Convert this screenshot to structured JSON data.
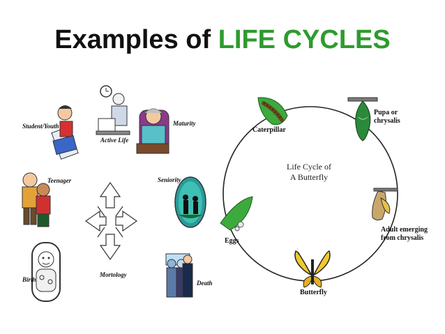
{
  "title": {
    "part1": "Examples of",
    "part2": "LIFE CYCLES"
  },
  "colors": {
    "accent": "#2e9b2e",
    "title": "#111111"
  },
  "human_cycle": {
    "center_label": "Mortology",
    "stages": [
      {
        "label": "Student/Youth",
        "icon": "student-reading-icon"
      },
      {
        "label": "Active Life",
        "icon": "office-worker-icon"
      },
      {
        "label": "Maturity",
        "icon": "mature-man-icon"
      },
      {
        "label": "Teenager",
        "icon": "teen-friends-icon"
      },
      {
        "label": "Seniority",
        "icon": "senior-couple-icon"
      },
      {
        "label": "Birth",
        "icon": "baby-icon"
      },
      {
        "label": "Death",
        "icon": "funeral-icon"
      }
    ]
  },
  "butterfly_cycle": {
    "center_line1": "Life Cycle of",
    "center_line2": "A Butterfly",
    "stages": {
      "caterpillar": "Caterpillar",
      "pupa_line1": "Pupa or",
      "pupa_line2": "chrysalis",
      "adult_line1": "Adult emerging",
      "adult_line2": "from chrysalis",
      "butterfly": "Butterfly",
      "eggs": "Eggs"
    }
  }
}
